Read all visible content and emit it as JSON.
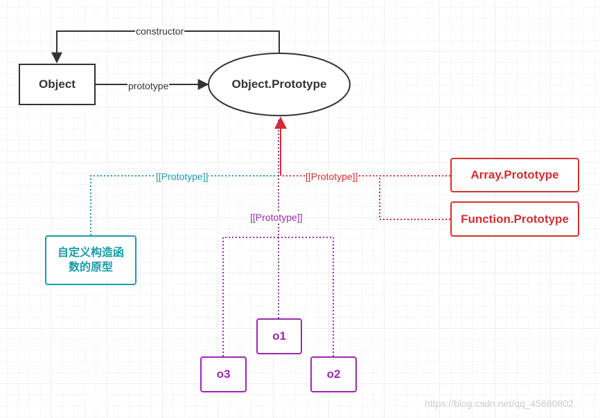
{
  "nodes": {
    "object": "Object",
    "object_prototype": "Object.Prototype",
    "array_prototype": "Array.Prototype",
    "function_prototype": "Function.Prototype",
    "custom_prototype": "自定义构造函数的原型",
    "o1": "o1",
    "o2": "o2",
    "o3": "o3"
  },
  "edges": {
    "constructor": "constructor",
    "prototype": "prototype",
    "proto_custom": "[[Prototype]]",
    "proto_builtin": "[[Prototype]]",
    "proto_instances": "[[Prototype]]"
  },
  "colors": {
    "black": "#333333",
    "teal": "#1a9ba8",
    "red": "#d32f2f",
    "purple": "#9c27b0"
  },
  "watermark": "https://blog.csdn.net/qq_45680802"
}
